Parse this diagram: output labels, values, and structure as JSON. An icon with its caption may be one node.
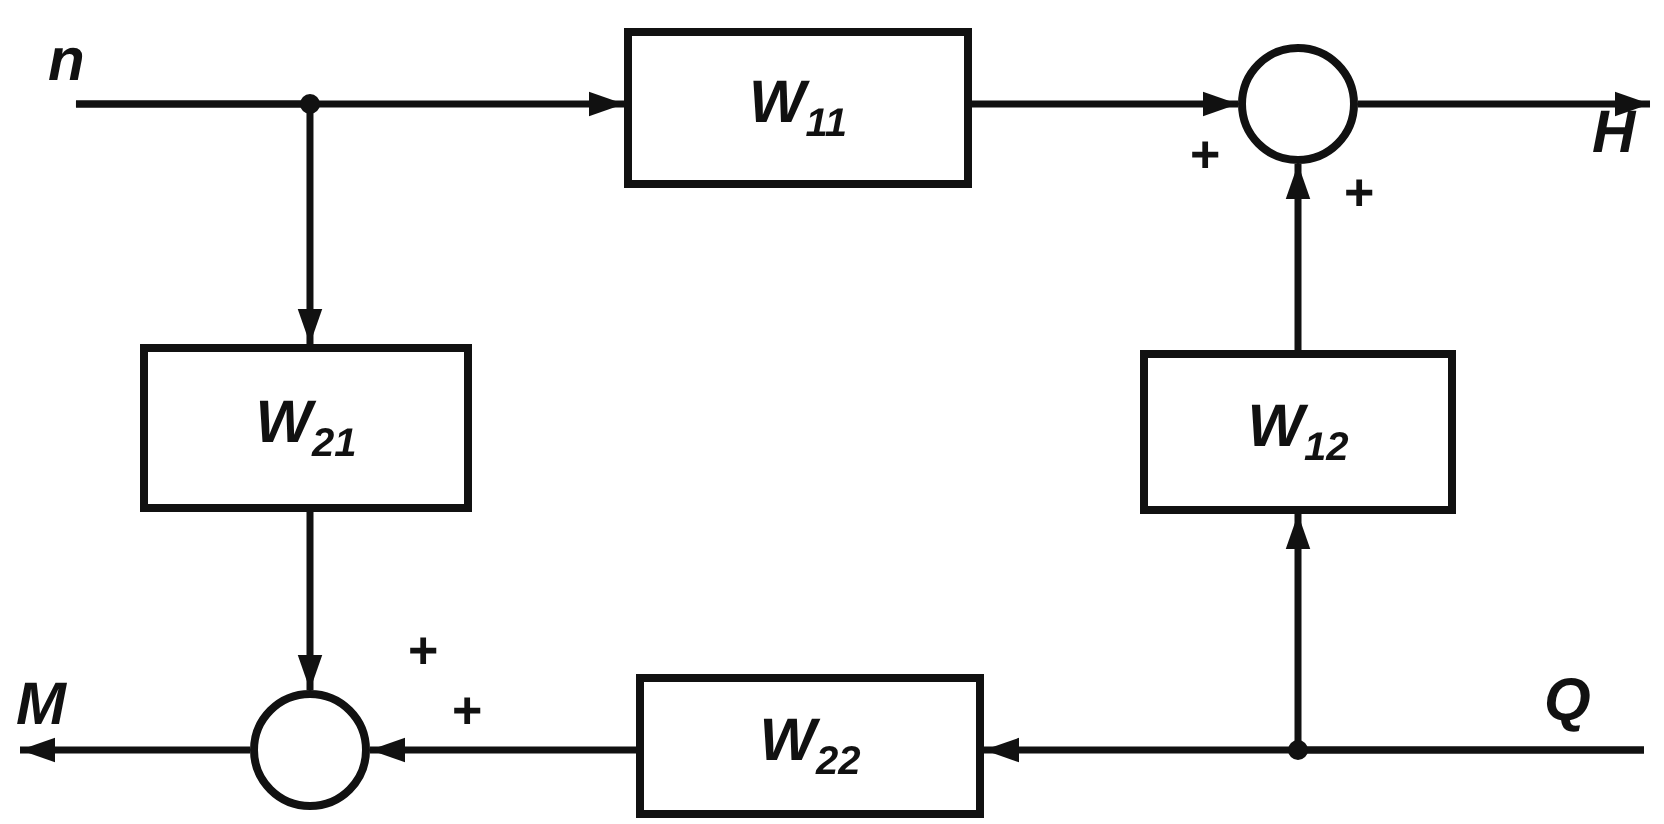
{
  "diagram": {
    "nodes": [
      {
        "text": [
          "n"
        ]
      },
      {
        "text": [
          "W$_{11}$"
        ]
      },
      {
        "text": [],
        "shape": "circle"
      },
      {
        "text": [
          "H"
        ]
      },
      {
        "text": [
          "W$_{21}$"
        ]
      },
      {
        "text": [
          "W$_{12}$"
        ]
      },
      {
        "text": [
          "M"
        ]
      },
      {
        "text": [],
        "shape": "circle"
      },
      {
        "text": [
          "W$_{22}$"
        ]
      },
      {
        "text": [
          "Q"
        ]
      }
    ],
    "edges": [
      {
        "from": 0,
        "to": 1,
        "arrow": "to"
      },
      {
        "from": 0,
        "to": 4,
        "arrow": "to"
      },
      {
        "from": 1,
        "to": 2,
        "arrow": "to"
      },
      {
        "from": 5,
        "to": 2,
        "arrow": "to"
      },
      {
        "from": 2,
        "to": 3,
        "arrow": "to"
      },
      {
        "from": 4,
        "to": 7,
        "arrow": "to"
      },
      {
        "from": 8,
        "to": 7,
        "arrow": "to"
      },
      {
        "from": 7,
        "to": 6,
        "arrow": "to"
      },
      {
        "from": 9,
        "to": 8,
        "arrow": "to"
      },
      {
        "from": 9,
        "to": 5,
        "arrow": "to"
      }
    ],
    "labels": [
      "+",
      "+",
      "+",
      "+"
    ]
  }
}
